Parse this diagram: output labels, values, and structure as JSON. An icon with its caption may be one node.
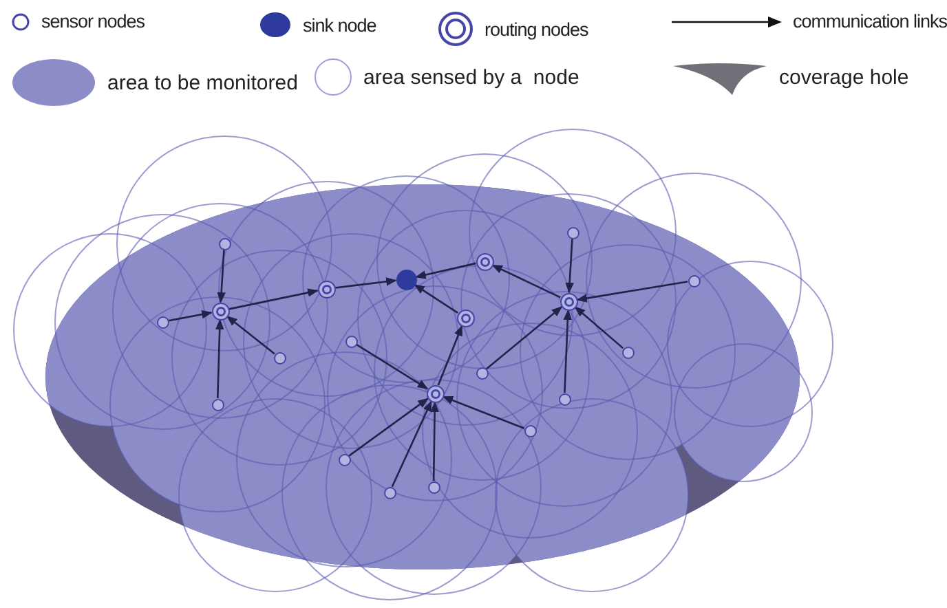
{
  "diagram": {
    "nodes": [
      {
        "text": [],
        "shape": "circle"
      },
      {
        "text": [],
        "shape": "circle"
      },
      {
        "text": [],
        "shape": "circle"
      },
      {
        "text": [],
        "shape": "circle"
      },
      {
        "text": [],
        "shape": "circle"
      },
      {
        "text": [],
        "shape": "circle"
      },
      {
        "text": [],
        "shape": "circle"
      },
      {
        "text": [],
        "shape": "circle"
      },
      {
        "text": [],
        "shape": "circle"
      },
      {
        "text": [],
        "shape": "circle"
      },
      {
        "text": [],
        "shape": "circle"
      },
      {
        "text": [],
        "shape": "circle"
      },
      {
        "text": [],
        "shape": "circle"
      },
      {
        "text": [],
        "shape": "circle"
      },
      {
        "text": [],
        "shape": "circle"
      },
      {
        "text": [],
        "shape": "circle"
      },
      {
        "text": [],
        "shape": "circle"
      },
      {
        "text": [],
        "shape": "circle"
      },
      {
        "text": [],
        "shape": "circle"
      },
      {
        "text": [],
        "shape": "circle"
      },
      {
        "text": [],
        "shape": "circle"
      }
    ],
    "edges": [
      {
        "from": 7,
        "to": 5,
        "arrow": "to"
      },
      {
        "from": 5,
        "to": 3,
        "arrow": "to"
      },
      {
        "from": 2,
        "to": 3,
        "arrow": "to"
      },
      {
        "from": 8,
        "to": 3,
        "arrow": "to"
      },
      {
        "from": 6,
        "to": 2,
        "arrow": "to"
      },
      {
        "from": 14,
        "to": 8,
        "arrow": "to"
      },
      {
        "from": 1,
        "to": 7,
        "arrow": "to"
      },
      {
        "from": 9,
        "to": 7,
        "arrow": "to"
      },
      {
        "from": 12,
        "to": 7,
        "arrow": "to"
      },
      {
        "from": 16,
        "to": 7,
        "arrow": "to"
      },
      {
        "from": 10,
        "to": 14,
        "arrow": "to"
      },
      {
        "from": 18,
        "to": 14,
        "arrow": "to"
      },
      {
        "from": 20,
        "to": 14,
        "arrow": "to"
      },
      {
        "from": 19,
        "to": 14,
        "arrow": "to"
      },
      {
        "from": 17,
        "to": 14,
        "arrow": "to"
      },
      {
        "from": 0,
        "to": 6,
        "arrow": "to"
      },
      {
        "from": 4,
        "to": 6,
        "arrow": "to"
      },
      {
        "from": 11,
        "to": 6,
        "arrow": "to"
      },
      {
        "from": 15,
        "to": 6,
        "arrow": "to"
      },
      {
        "from": 13,
        "to": 6,
        "arrow": "to"
      }
    ],
    "legend": [
      {
        "text": "sensor nodes"
      },
      {
        "text": "sink node",
        "color": "#2e3a9e"
      },
      {
        "text": "routing nodes"
      },
      {
        "text": "communication links"
      },
      {
        "text": "area to be monitored",
        "color": "#8c8cc8"
      },
      {
        "text": "area sensed by a  node"
      },
      {
        "text": "coverage hole",
        "color": "#707078"
      }
    ]
  }
}
